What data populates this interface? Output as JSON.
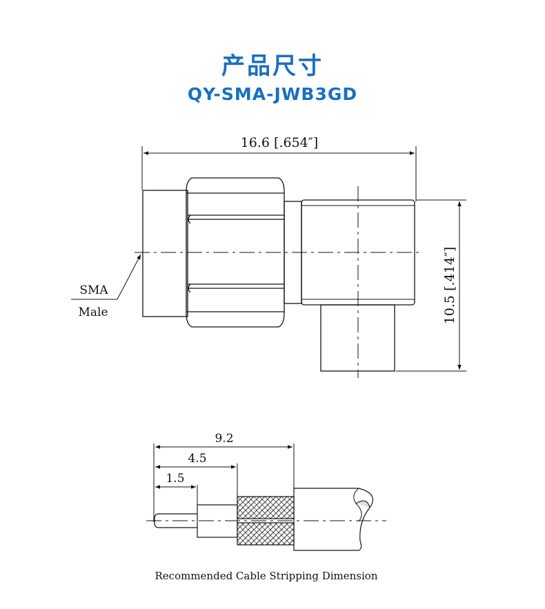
{
  "header": {
    "title": "产品尺寸",
    "model": "QY-SMA-JWB3GD"
  },
  "top_drawing": {
    "width_label": "16.6 [.654″]",
    "height_label": "10.5 [.414″]",
    "callout_line1": "SMA",
    "callout_line2": "Male"
  },
  "bottom_drawing": {
    "dim_outer": "9.2",
    "dim_middle": "4.5",
    "dim_inner": "1.5",
    "caption": "Recommended Cable Stripping Dimension"
  },
  "colors": {
    "title_blue": "#1a6fc0",
    "line": "#111111"
  }
}
